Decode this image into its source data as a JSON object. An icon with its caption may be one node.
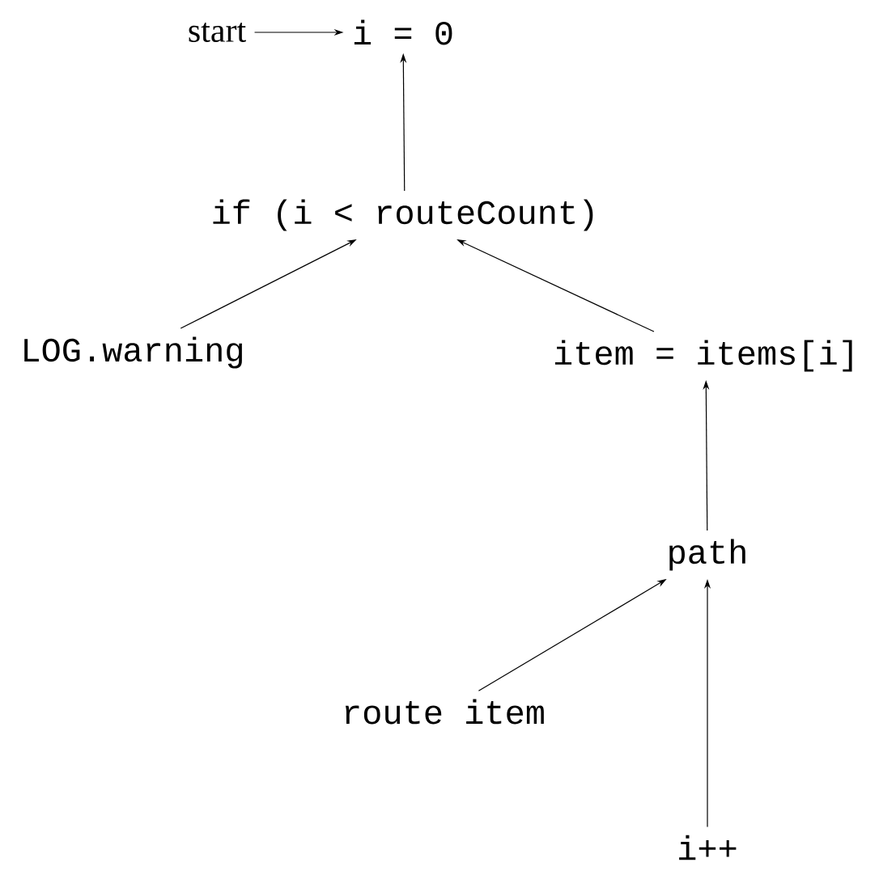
{
  "diagram": {
    "nodes": [
      {
        "text": [
          "start"
        ]
      },
      {
        "text": [
          "i = 0"
        ]
      },
      {
        "text": [
          "if (i < routeCount)"
        ]
      },
      {
        "text": [
          "LOG.warning"
        ]
      },
      {
        "text": [
          "item = items[i]"
        ]
      },
      {
        "text": [
          "path"
        ]
      },
      {
        "text": [
          "route item"
        ]
      },
      {
        "text": [
          "i++"
        ]
      }
    ],
    "edges": [
      {
        "from": 0,
        "to": 1,
        "arrow": "to"
      },
      {
        "from": 2,
        "to": 1,
        "arrow": "to"
      },
      {
        "from": 3,
        "to": 2,
        "arrow": "to"
      },
      {
        "from": 4,
        "to": 2,
        "arrow": "to"
      },
      {
        "from": 5,
        "to": 4,
        "arrow": "to"
      },
      {
        "from": 6,
        "to": 5,
        "arrow": "to"
      },
      {
        "from": 7,
        "to": 5,
        "arrow": "to"
      }
    ]
  }
}
